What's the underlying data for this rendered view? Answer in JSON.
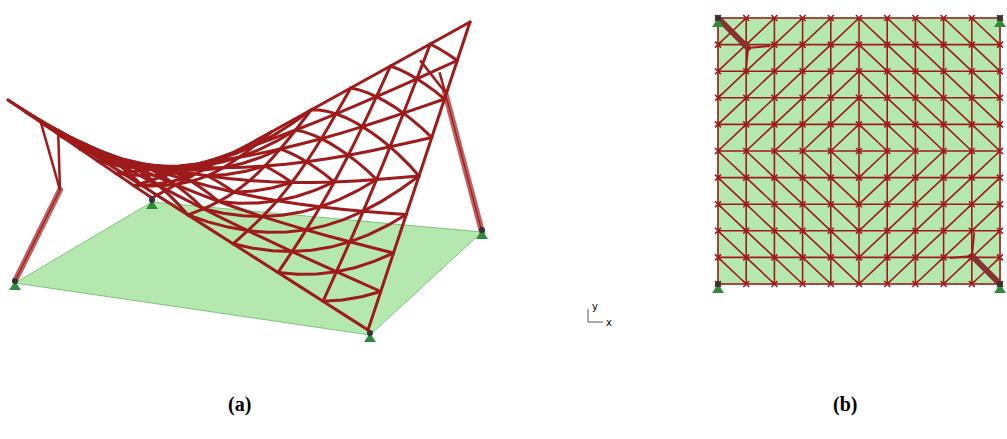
{
  "diagram": {
    "labels": [
      "y",
      "x",
      "(a)",
      "(b)"
    ]
  }
}
